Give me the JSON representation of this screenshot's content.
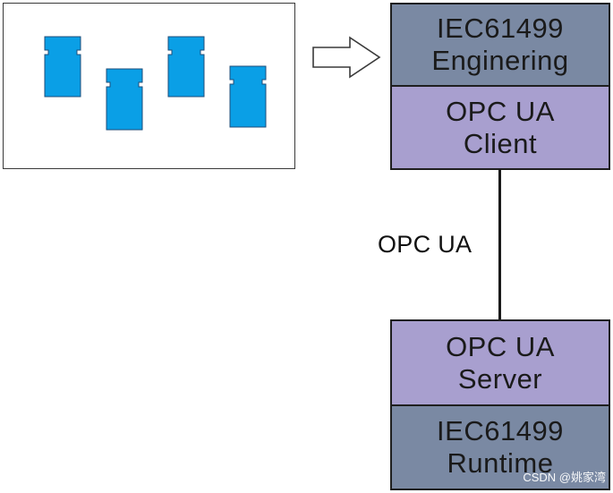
{
  "diagram": {
    "engineering_stack": {
      "top_label": "IEC61499\nEnginering",
      "bottom_label": "OPC UA\nClient",
      "top_color": "#7a89a3",
      "bottom_color": "#a89fcf"
    },
    "runtime_stack": {
      "top_label": "OPC UA\nServer",
      "bottom_label": "IEC61499\nRuntime",
      "top_color": "#a89fcf",
      "bottom_color": "#7a89a3"
    },
    "connection_label": "OPC UA",
    "function_block_color": "#0a9fe6",
    "watermark": "CSDN @姚家湾"
  }
}
